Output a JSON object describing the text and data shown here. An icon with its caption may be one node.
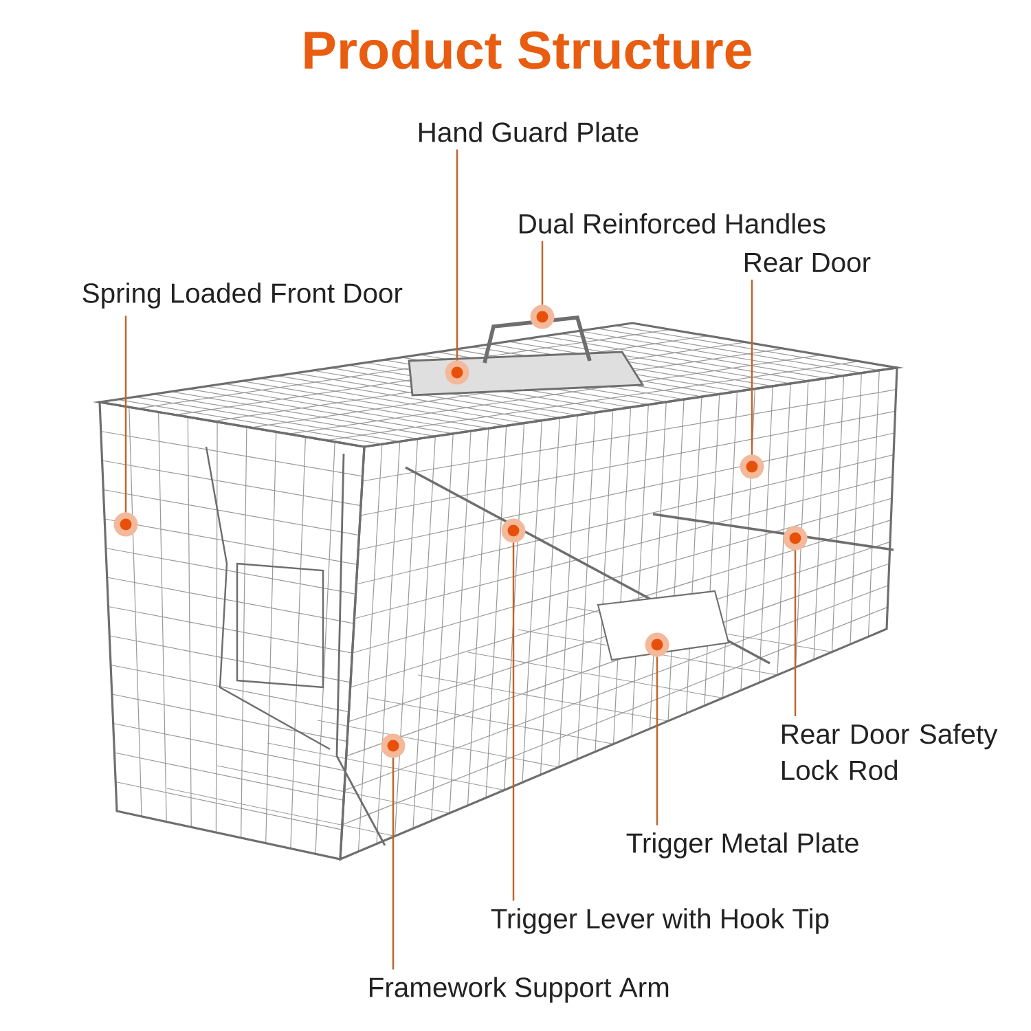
{
  "diagram": {
    "title": "Product Structure",
    "nodes": [
      {
        "text": [
          "Hand Guard Plate"
        ]
      },
      {
        "text": [
          "Dual Reinforced Handles"
        ]
      },
      {
        "text": [
          "Rear Door"
        ]
      },
      {
        "text": [
          "Spring Loaded Front Door"
        ]
      },
      {
        "text": [
          "Rear Door Safety Lock Rod"
        ]
      },
      {
        "text": [
          "Trigger Metal Plate"
        ]
      },
      {
        "text": [
          "Trigger Lever with Hook Tip"
        ]
      },
      {
        "text": [
          "Framework Support Arm"
        ]
      },
      {
        "text": [],
        "shape": "circle"
      },
      {
        "text": [],
        "shape": "circle"
      },
      {
        "text": [],
        "shape": "circle"
      },
      {
        "text": [],
        "shape": "circle"
      },
      {
        "text": [],
        "shape": "circle"
      },
      {
        "text": [],
        "shape": "circle"
      },
      {
        "text": [],
        "shape": "circle"
      },
      {
        "text": [],
        "shape": "circle"
      }
    ],
    "edges": [
      {
        "from": 0,
        "to": 10,
        "arrow": "none"
      },
      {
        "from": 1,
        "to": 12,
        "arrow": "none"
      },
      {
        "from": 2,
        "to": 14,
        "arrow": "none"
      },
      {
        "from": 3,
        "to": 8,
        "arrow": "none"
      },
      {
        "from": 4,
        "to": 15,
        "arrow": "none"
      },
      {
        "from": 5,
        "to": 13,
        "arrow": "none"
      },
      {
        "from": 6,
        "to": 11,
        "arrow": "none"
      },
      {
        "from": 7,
        "to": 9,
        "arrow": "none"
      }
    ]
  }
}
